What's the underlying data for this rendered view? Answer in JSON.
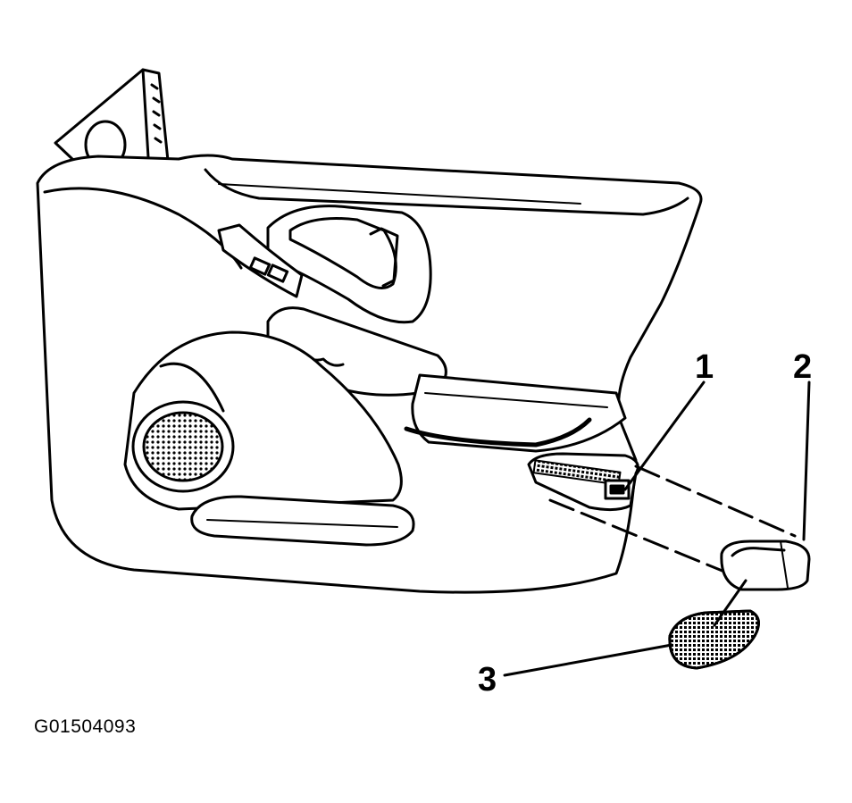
{
  "callouts": [
    {
      "id": 1,
      "label": "1"
    },
    {
      "id": 2,
      "label": "2"
    },
    {
      "id": 3,
      "label": "3"
    }
  ],
  "figure_code": "G01504093",
  "colors": {
    "ink": "#000000",
    "paper": "#ffffff"
  }
}
